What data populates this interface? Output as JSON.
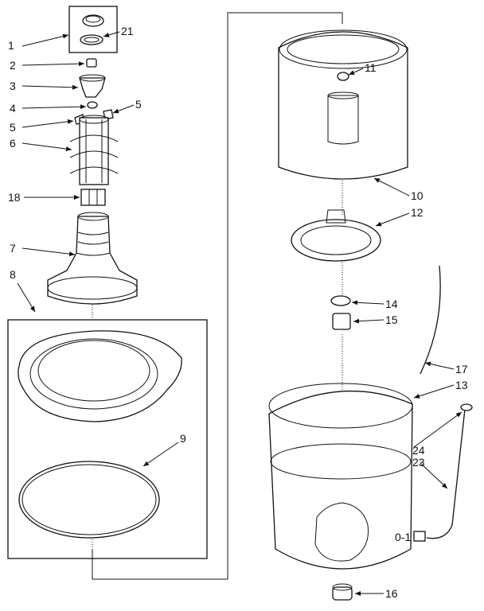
{
  "callouts": [
    "1",
    "21",
    "2",
    "3",
    "4",
    "5",
    "5",
    "6",
    "18",
    "7",
    "8",
    "9",
    "11",
    "10",
    "12",
    "14",
    "15",
    "17",
    "13",
    "24",
    "23",
    "16",
    "0-1"
  ]
}
